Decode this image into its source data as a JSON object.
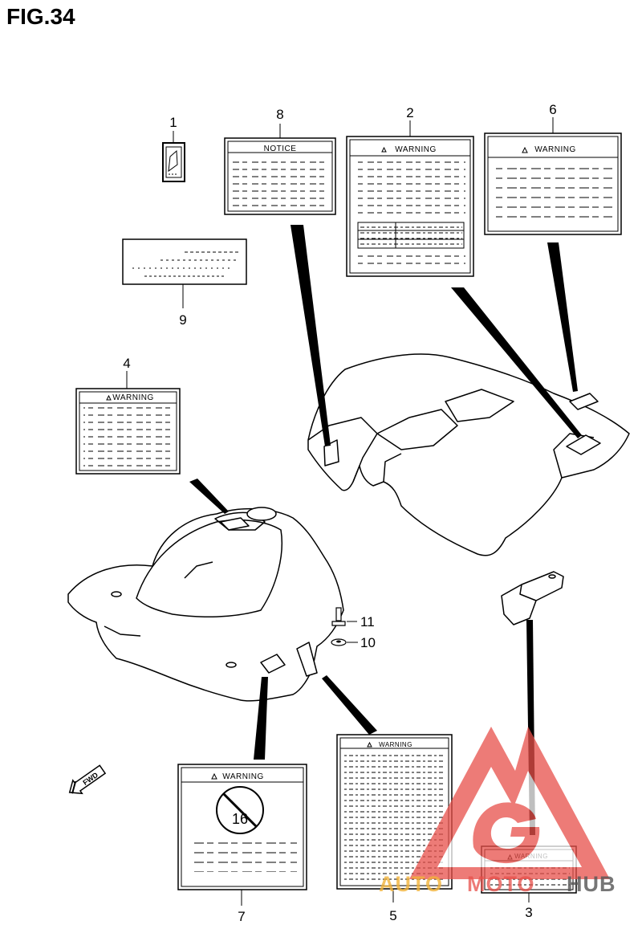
{
  "figure": {
    "title": "FIG.34"
  },
  "parts": [
    {
      "ref": "1"
    },
    {
      "ref": "2"
    },
    {
      "ref": "3"
    },
    {
      "ref": "4"
    },
    {
      "ref": "5"
    },
    {
      "ref": "6"
    },
    {
      "ref": "7"
    },
    {
      "ref": "8"
    },
    {
      "ref": "9"
    },
    {
      "ref": "10"
    },
    {
      "ref": "11"
    }
  ],
  "labels": {
    "notice": "NOTICE",
    "warning": "WARNING",
    "age_number": "16",
    "fwd": "FWD"
  },
  "watermark": {
    "part1": "AUTO",
    "part2": "MOTO",
    "part3": "HUB"
  },
  "colors": {
    "line": "#000000",
    "watermark_red": "#e8504a",
    "watermark_orange": "#f2b33a",
    "watermark_dark": "#555555"
  }
}
